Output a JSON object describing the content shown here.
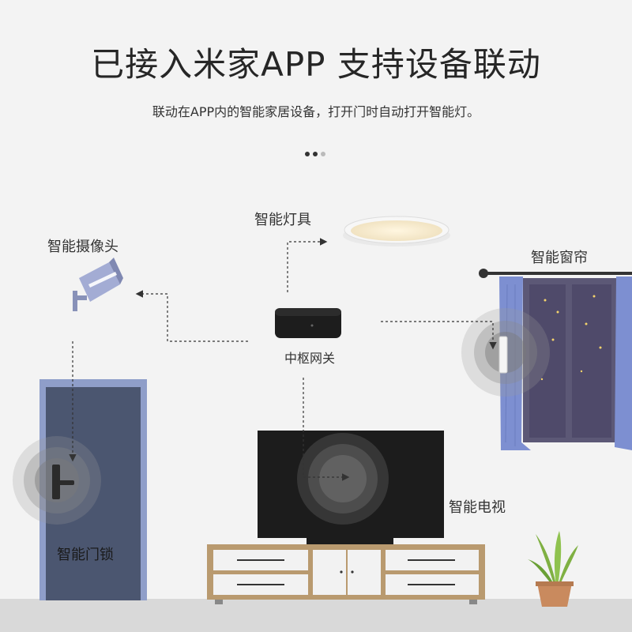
{
  "header": {
    "title": "已接入米家APP 支持设备联动",
    "subtitle": "联动在APP内的智能家居设备，打开门时自动打开智能灯。"
  },
  "carousel": {
    "count": 3,
    "active_count": 2
  },
  "devices": {
    "light": "智能灯具",
    "camera": "智能摄像头",
    "curtain": "智能窗帘",
    "hub": "中枢网关",
    "door_lock": "智能门锁",
    "tv": "智能电视"
  },
  "colors": {
    "background": "#f3f3f3",
    "door_frame": "#8f9ec9",
    "door": "#4b5670",
    "curtain": "#7d8fd1",
    "window": "#5c5876",
    "cabinet": "#b99a6f",
    "tv": "#1c1c1c",
    "hub": "#1a1a1a"
  }
}
